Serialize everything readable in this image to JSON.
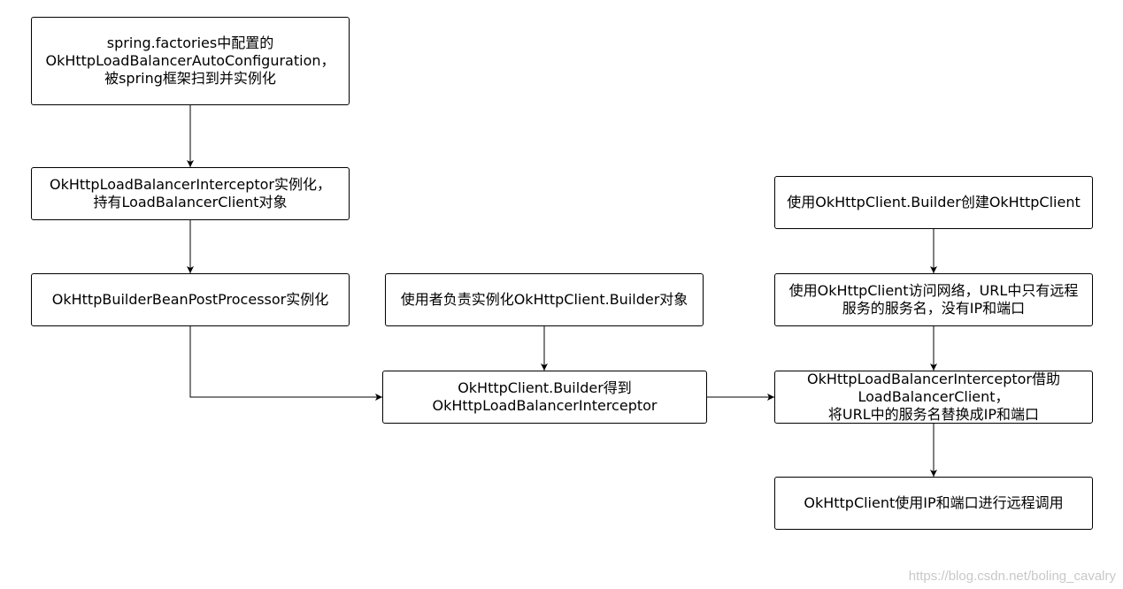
{
  "nodes": [
    {
      "id": "n1",
      "lines": [
        "spring.factories中配置的",
        "OkHttpLoadBalancerAutoConfiguration，",
        "被spring框架扫到并实例化"
      ]
    },
    {
      "id": "n2",
      "lines": [
        "OkHttpLoadBalancerInterceptor实例化，",
        "持有LoadBalancerClient对象"
      ]
    },
    {
      "id": "n3",
      "lines": [
        "OkHttpBuilderBeanPostProcessor实例化"
      ]
    },
    {
      "id": "n4",
      "lines": [
        "使用者负责实例化OkHttpClient.Builder对象"
      ]
    },
    {
      "id": "n5",
      "lines": [
        "OkHttpClient.Builder得到",
        "OkHttpLoadBalancerInterceptor"
      ]
    },
    {
      "id": "n6",
      "lines": [
        "使用OkHttpClient.Builder创建OkHttpClient"
      ]
    },
    {
      "id": "n7",
      "lines": [
        "使用OkHttpClient访问网络，URL中只有远程",
        "服务的服务名，没有IP和端口"
      ]
    },
    {
      "id": "n8",
      "lines": [
        "OkHttpLoadBalancerInterceptor借助",
        "LoadBalancerClient，",
        "将URL中的服务名替换成IP和端口"
      ]
    },
    {
      "id": "n9",
      "lines": [
        "OkHttpClient使用IP和端口进行远程调用"
      ]
    }
  ],
  "edges": [
    {
      "from": "n1",
      "to": "n2"
    },
    {
      "from": "n2",
      "to": "n3"
    },
    {
      "from": "n3",
      "to": "n5"
    },
    {
      "from": "n4",
      "to": "n5"
    },
    {
      "from": "n5",
      "to": "n8"
    },
    {
      "from": "n6",
      "to": "n7"
    },
    {
      "from": "n7",
      "to": "n8"
    },
    {
      "from": "n8",
      "to": "n9"
    }
  ],
  "watermark": "https://blog.csdn.net/boling_cavalry"
}
